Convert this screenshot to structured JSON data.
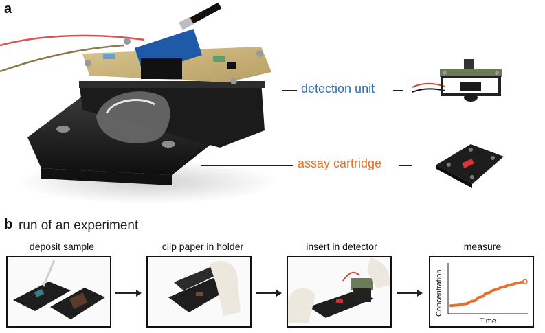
{
  "panel_a": {
    "letter": "a",
    "callouts": {
      "detection_unit": {
        "label": "detection unit",
        "color": "#2e6fb0"
      },
      "assay_cartridge": {
        "label": "assay cartridge",
        "color": "#e8702e"
      }
    }
  },
  "panel_b": {
    "letter": "b",
    "title": "run of an experiment",
    "steps": [
      {
        "label": "deposit sample"
      },
      {
        "label": "clip paper in holder"
      },
      {
        "label": "insert in detector"
      },
      {
        "label": "measure"
      }
    ]
  },
  "chart_data": {
    "type": "line",
    "title": "",
    "xlabel": "Time",
    "ylabel": "Concentration",
    "series": [
      {
        "x": [
          0.0,
          0.1,
          0.2,
          0.3,
          0.4,
          0.5,
          0.6,
          0.7,
          0.8,
          0.9,
          1.0
        ],
        "y": [
          0.12,
          0.13,
          0.16,
          0.22,
          0.31,
          0.4,
          0.47,
          0.53,
          0.58,
          0.62,
          0.65
        ],
        "color": "#e8702e"
      }
    ],
    "xlim": [
      0,
      1
    ],
    "ylim": [
      0,
      1
    ],
    "grid": false
  }
}
